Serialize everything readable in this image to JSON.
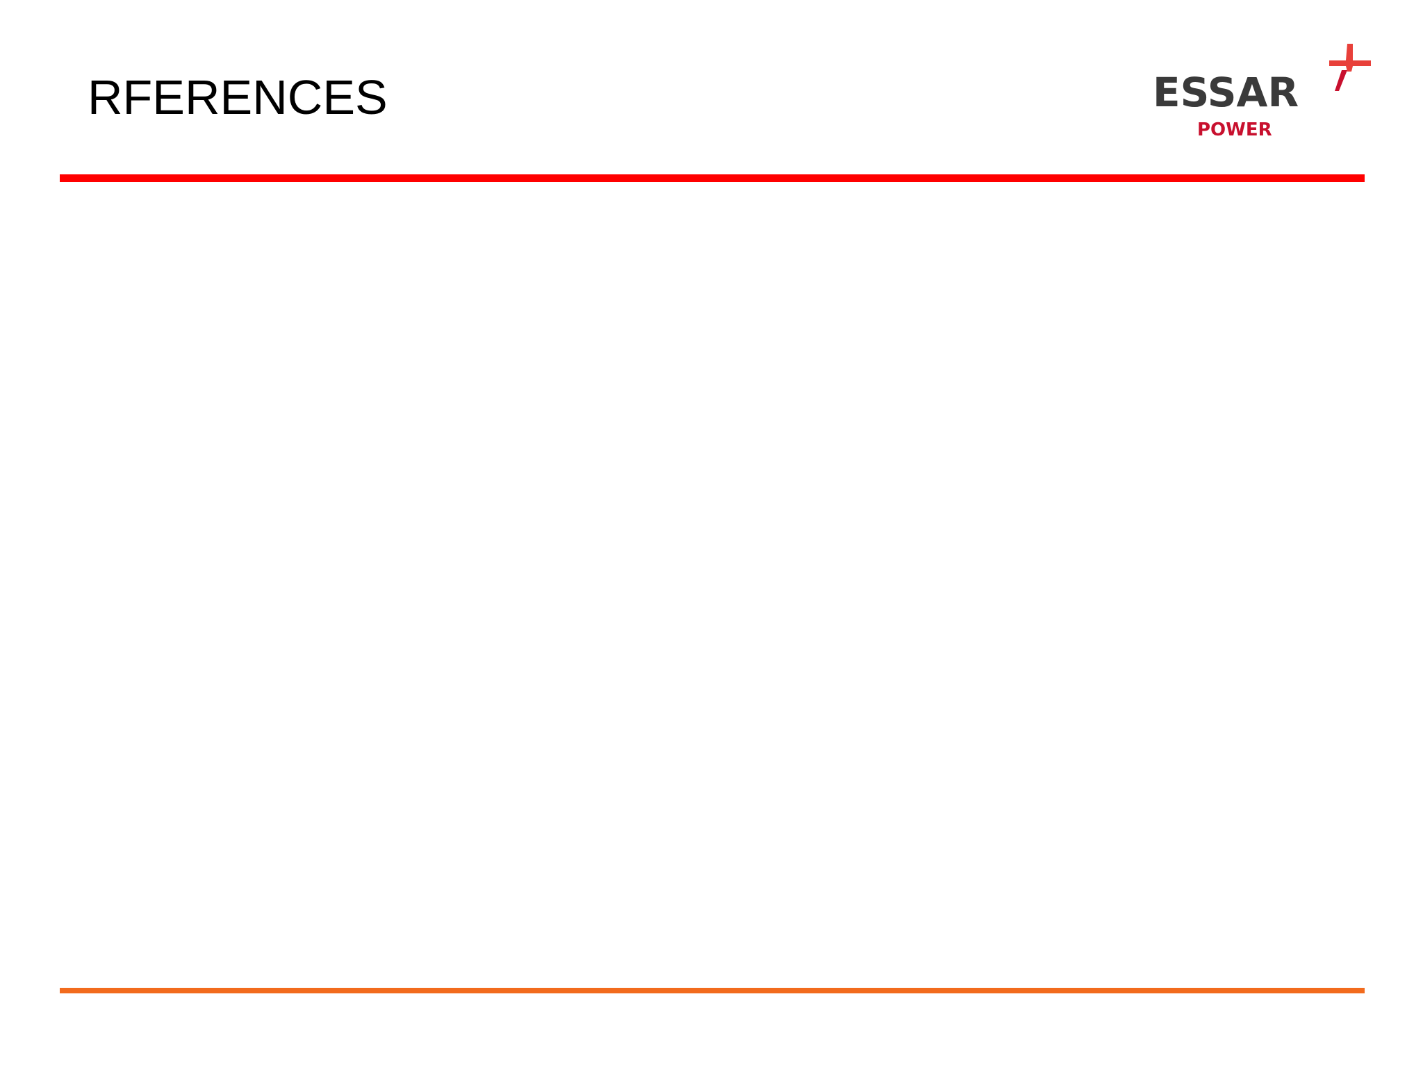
{
  "slide": {
    "title": "RFERENCES"
  },
  "logo": {
    "wordmark": "ESSAR",
    "subtitle": "POWER",
    "icon": "essar-star-icon",
    "wordmark_color": "#3a3a3a",
    "subtitle_color": "#c8102e",
    "star_color": "#e8403a"
  },
  "colors": {
    "top_rule": "#ff0000",
    "bottom_rule": "#f26b1d",
    "background": "#ffffff"
  }
}
